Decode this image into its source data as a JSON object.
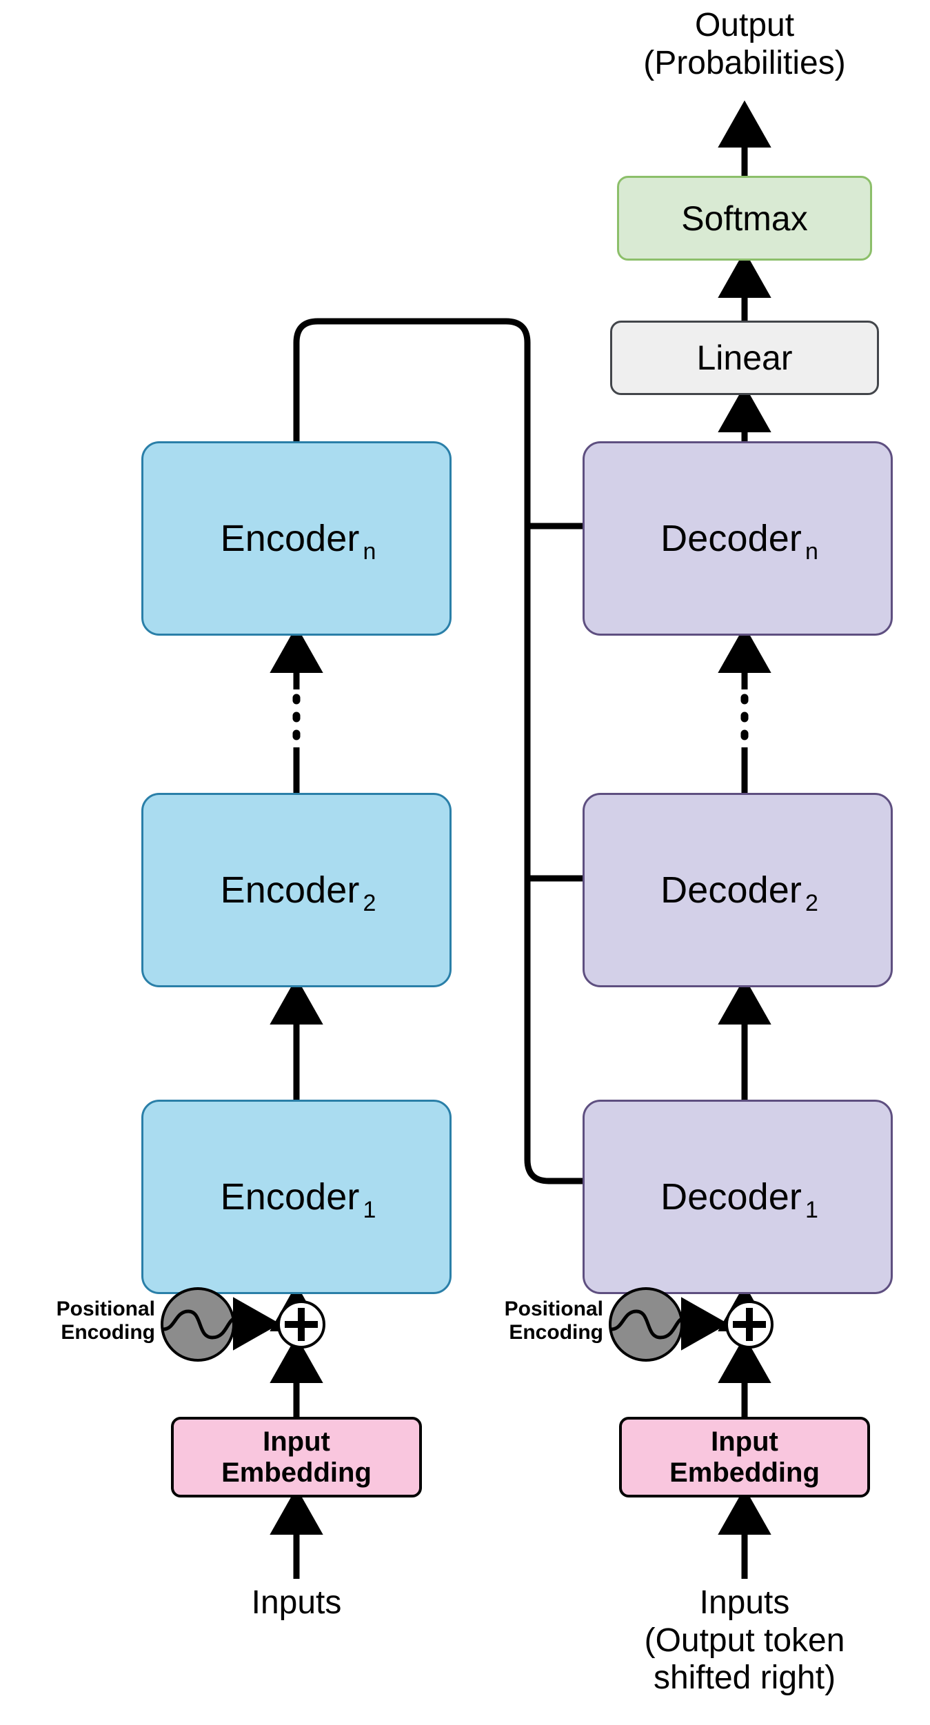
{
  "diagram": {
    "title": "Transformer encoder-decoder architecture",
    "background_color": "#ffffff"
  },
  "palette": {
    "encoder_fill": "#aadcf0",
    "encoder_border": "#2a7fa8",
    "decoder_fill": "#d3d0e8",
    "decoder_border": "#5e4f80",
    "softmax_fill": "#d9ead3",
    "softmax_border": "#8cbf6a",
    "linear_fill": "#efefef",
    "linear_border": "#42454a",
    "embedding_fill": "#f9c6de",
    "embedding_border": "#000000",
    "sine_disc_fill": "#8c8c8c",
    "arrow_color": "#000000"
  },
  "output": {
    "caption": "Output\n(Probabilities)"
  },
  "head": {
    "softmax_label": "Softmax",
    "linear_label": "Linear"
  },
  "encoder_stack": {
    "base_label": "Encoder",
    "layers": [
      {
        "base": "Encoder",
        "subscript": "n"
      },
      {
        "base": "Encoder",
        "subscript": "2"
      },
      {
        "base": "Encoder",
        "subscript": "1"
      }
    ],
    "ellipsis": "vertical-dots"
  },
  "decoder_stack": {
    "base_label": "Decoder",
    "layers": [
      {
        "base": "Decoder",
        "subscript": "n"
      },
      {
        "base": "Decoder",
        "subscript": "2"
      },
      {
        "base": "Decoder",
        "subscript": "1"
      }
    ],
    "ellipsis": "vertical-dots"
  },
  "encoder_side": {
    "positional_encoding_label": "Positional\nEncoding",
    "embedding_label": "Input\nEmbedding",
    "input_caption": "Inputs",
    "sum_operator": "plus-in-circle"
  },
  "decoder_side": {
    "positional_encoding_label": "Positional\nEncoding",
    "embedding_label": "Input\nEmbedding",
    "input_caption": "Inputs\n(Output token\nshifted right)",
    "sum_operator": "plus-in-circle"
  },
  "icons": {
    "sine_disc": "sine-wave-circle-icon",
    "plus_circle": "plus-circle-icon",
    "arrow_up": "arrow-up-icon",
    "arrow_right": "arrow-right-icon"
  }
}
